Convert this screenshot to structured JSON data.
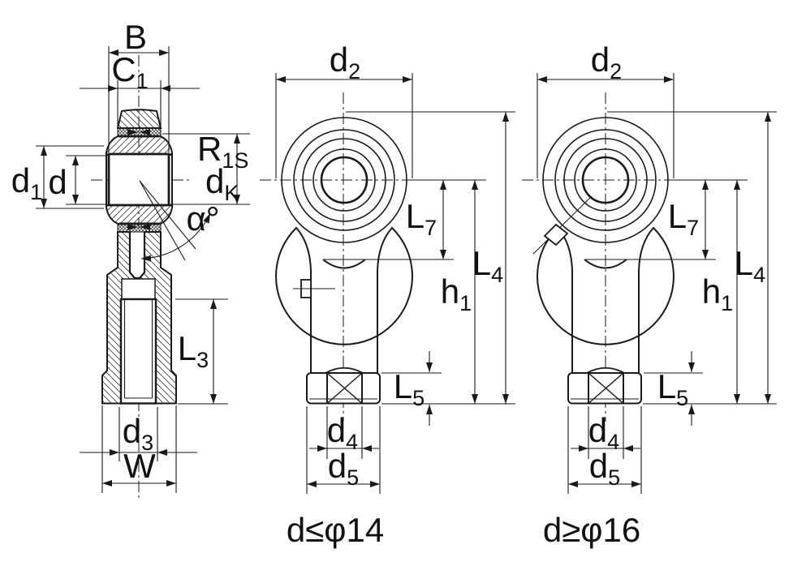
{
  "drawing": {
    "kind": "rod-end-bearing-technical-drawing",
    "background_color": "#ffffff",
    "line_color": "#1a1a1a",
    "text_color": "#111111"
  },
  "labels": {
    "B": {
      "base": "B",
      "sub": ""
    },
    "C1": {
      "base": "C",
      "sub": "1"
    },
    "d1": {
      "base": "d",
      "sub": "1"
    },
    "d": {
      "base": "d",
      "sub": ""
    },
    "R1S": {
      "base": "R",
      "sub": "1S"
    },
    "dK": {
      "base": "d",
      "sub": "K"
    },
    "alpha": {
      "base": "α°",
      "sub": ""
    },
    "L3": {
      "base": "L",
      "sub": "3"
    },
    "d3": {
      "base": "d",
      "sub": "3"
    },
    "W": {
      "base": "W",
      "sub": ""
    },
    "d2": {
      "base": "d",
      "sub": "2"
    },
    "L7": {
      "base": "L",
      "sub": "7"
    },
    "h1": {
      "base": "h",
      "sub": "1"
    },
    "L4": {
      "base": "L",
      "sub": "4"
    },
    "L5": {
      "base": "L",
      "sub": "5"
    },
    "d4": {
      "base": "d",
      "sub": "4"
    },
    "d5": {
      "base": "d",
      "sub": "5"
    }
  },
  "captions": {
    "small_bore": "d≤φ14",
    "large_bore": "d≥φ16"
  }
}
